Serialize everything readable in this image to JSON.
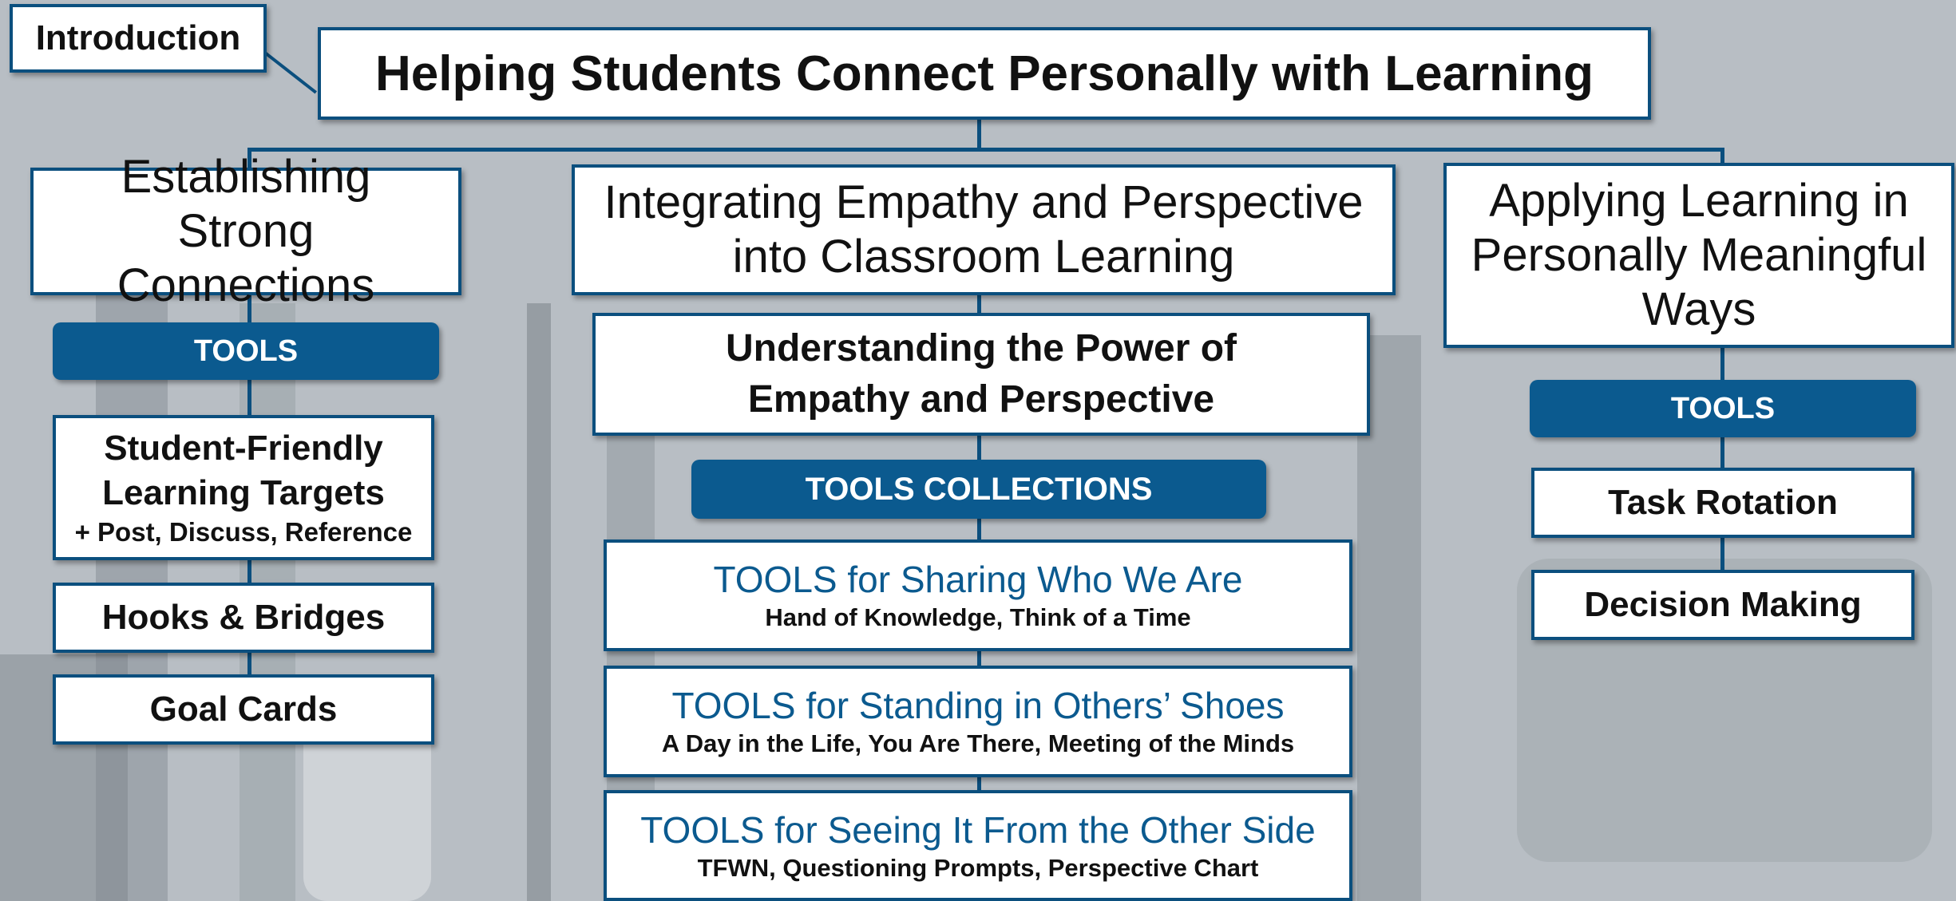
{
  "intro_label": "Introduction",
  "title": "Helping Students Connect Personally with Learning",
  "col1": {
    "heading": "Establishing Strong Connections",
    "tools_label": "TOOLS",
    "items": [
      {
        "title": "Student-Friendly Learning Targets",
        "sub": "+ Post, Discuss, Reference"
      },
      {
        "title": "Hooks & Bridges"
      },
      {
        "title": "Goal Cards"
      }
    ]
  },
  "col2": {
    "heading": "Integrating Empathy and Perspective into Classroom Learning",
    "subheading": "Understanding the Power of Empathy and Perspective",
    "collections_label": "TOOLS COLLECTIONS",
    "items": [
      {
        "title": "TOOLS for Sharing Who We Are",
        "sub": "Hand of Knowledge, Think of a Time"
      },
      {
        "title": "TOOLS for Standing in Others’ Shoes",
        "sub": "A Day in the Life, You Are There, Meeting of the Minds"
      },
      {
        "title": "TOOLS for Seeing It From the Other Side",
        "sub": "TFWN, Questioning Prompts, Perspective Chart"
      }
    ]
  },
  "col3": {
    "heading": "Applying Learning in Personally Meaningful Ways",
    "tools_label": "TOOLS",
    "items": [
      {
        "title": "Task Rotation"
      },
      {
        "title": "Decision Making"
      }
    ]
  },
  "colors": {
    "accent": "#0b5a8f",
    "border": "#0b4f7e"
  }
}
